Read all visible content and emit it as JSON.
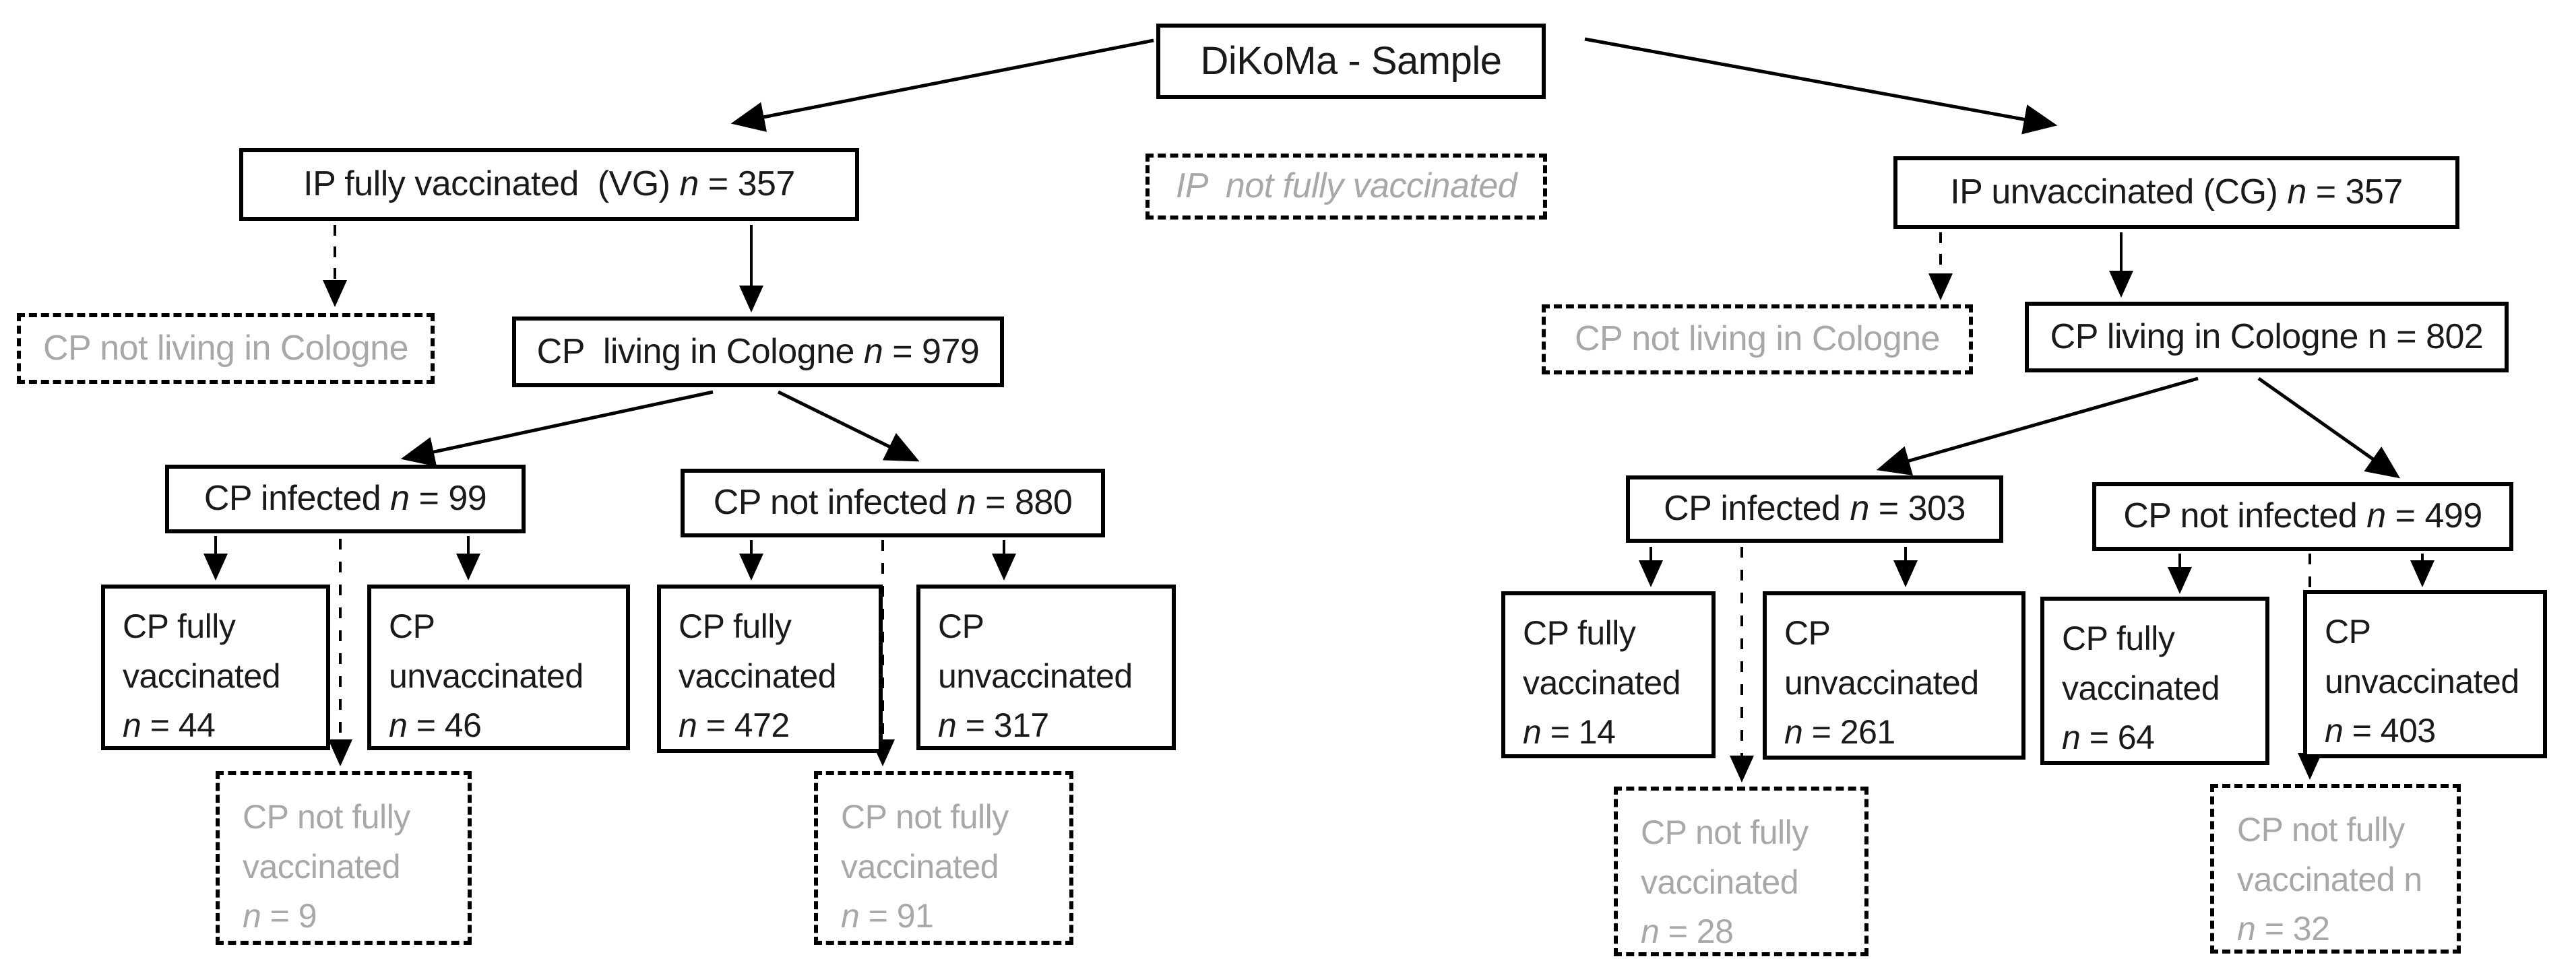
{
  "diagram": {
    "title": "DiKoMa - Sample",
    "colors": {
      "box_border": "#000000",
      "text": "#1a1a1a",
      "excluded_text": "#a8a8a8",
      "background": "#ffffff"
    }
  },
  "nodes": {
    "title": {
      "text": "DiKoMa - Sample"
    },
    "ip_vg": {
      "text": "IP fully vaccinated  (VG) ",
      "count": "n = 357"
    },
    "ip_not_fully": {
      "text": "IP  not fully vaccinated"
    },
    "ip_cg": {
      "text": "IP unvaccinated (CG) ",
      "count": "n = 357"
    },
    "vg_not_cologne": {
      "text": "CP not living in Cologne"
    },
    "vg_cologne": {
      "text": "CP  living in Cologne ",
      "count": "n = 979"
    },
    "cg_not_cologne": {
      "text": "CP not living in Cologne"
    },
    "cg_cologne": {
      "text": "CP living in Cologne ",
      "count": "n = 802"
    },
    "vg_infected": {
      "text": "CP infected ",
      "count": "n = 99"
    },
    "vg_not_infected": {
      "text": "CP not infected ",
      "count": "n = 880"
    },
    "cg_infected": {
      "text": "CP infected ",
      "count": "n = 303"
    },
    "cg_not_infected": {
      "text": "CP not infected ",
      "count": "n = 499"
    },
    "vg_inf_fully": {
      "text": "CP fully vaccinated",
      "count": "n = 44"
    },
    "vg_inf_unvacc": {
      "text": "CP unvaccinated",
      "count": "n = 46"
    },
    "vg_inf_not_fully": {
      "text": "CP  not fully vaccinated",
      "count": "n = 9"
    },
    "vg_ninf_fully": {
      "text": "CP fully vaccinated",
      "count": "n = 472"
    },
    "vg_ninf_unvacc": {
      "text": "CP unvaccinated",
      "count": "n = 317"
    },
    "vg_ninf_not_fully": {
      "text": "CP not fully vaccinated",
      "count": "n = 91"
    },
    "cg_inf_fully": {
      "text": "CP fully vaccinated",
      "count": "n = 14"
    },
    "cg_inf_unvacc": {
      "text": "CP unvaccinated",
      "count": "n = 261"
    },
    "cg_inf_not_fully": {
      "text": "CP not fully vaccinated",
      "count": "n = 28"
    },
    "cg_ninf_fully": {
      "text": "CP fully vaccinated",
      "count": "n = 64"
    },
    "cg_ninf_unvacc": {
      "text": "CP unvaccinated",
      "count": "n = 403"
    },
    "cg_ninf_not_fully": {
      "text": "CP not fully vaccinated n",
      "count": "n = 32"
    }
  }
}
